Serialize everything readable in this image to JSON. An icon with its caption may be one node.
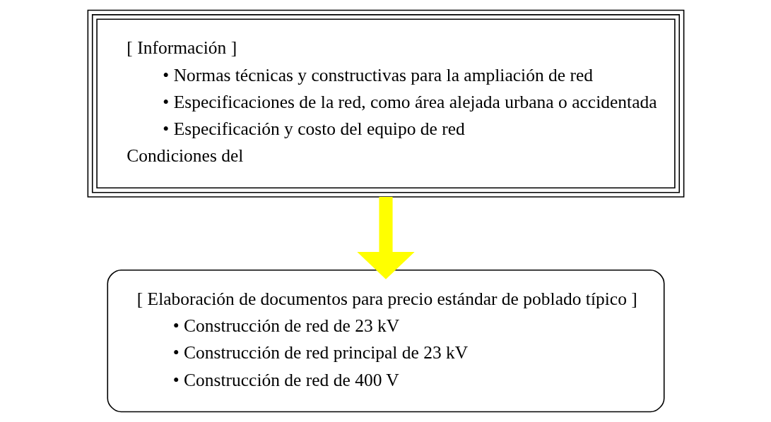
{
  "diagram": {
    "nodes": [
      {
        "text": [
          "[ Información ]",
          "• Normas técnicas y constructivas para la ampliación de red",
          "• Especificaciones de la red, como área alejada urbana o accidentada",
          "• Especificación y costo del equipo de red",
          "Condiciones del"
        ]
      },
      {
        "text": [
          "[ Elaboración de documentos para precio estándar de poblado típico ]",
          "• Construcción de red de 23 kV",
          "• Construcción de red principal de 23 kV",
          "• Construcción de red de 400 V"
        ]
      }
    ],
    "edges": [
      {
        "from": 0,
        "to": 1,
        "arrow": "to",
        "color": "#ffff00"
      }
    ]
  }
}
